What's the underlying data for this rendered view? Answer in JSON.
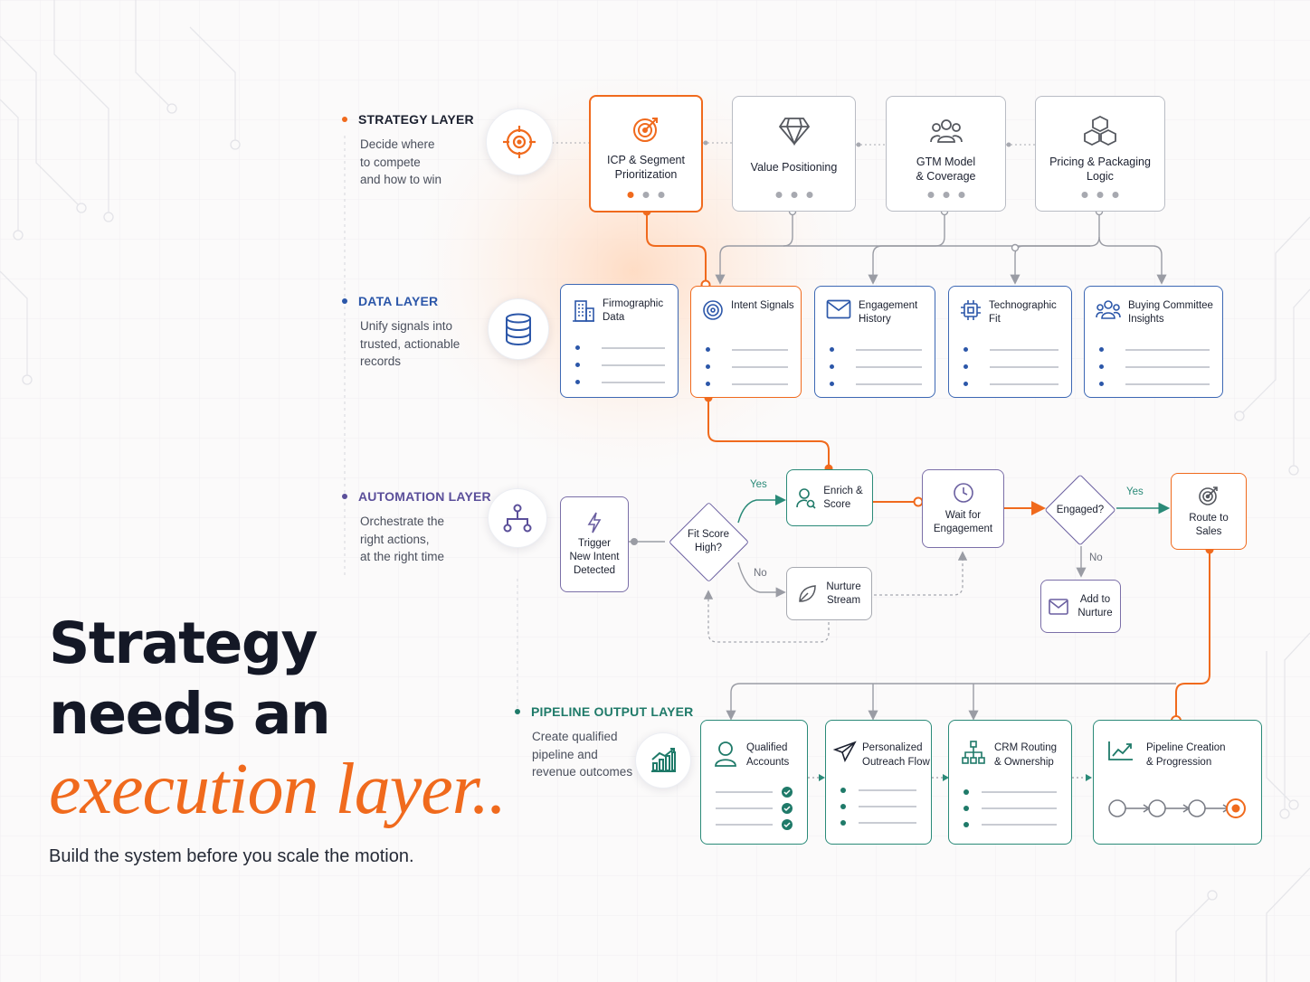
{
  "headline": {
    "line1": "Strategy",
    "line2": "needs an",
    "line3": "execution layer..",
    "subtitle": "Build the system before you scale the motion."
  },
  "colors": {
    "orange": "#f06a1d",
    "data_blue": "#3d68b4",
    "automation_purple": "#6a5fa0",
    "pipeline_teal": "#2a8a78"
  },
  "layers": {
    "strategy": {
      "label": "STRATEGY LAYER",
      "desc": "Decide where\nto compete\nand how to win",
      "icon": "target-icon"
    },
    "data": {
      "label": "DATA LAYER",
      "desc": "Unify signals into\ntrusted, actionable\nrecords",
      "icon": "database-icon"
    },
    "automation": {
      "label": "AUTOMATION LAYER",
      "desc": "Orchestrate the\nright actions,\nat the right time",
      "icon": "workflow-icon"
    },
    "pipeline": {
      "label": "PIPELINE OUTPUT LAYER",
      "desc": "Create qualified\npipeline and\nrevenue outcomes",
      "icon": "growth-chart-icon"
    }
  },
  "strategy_cards": [
    {
      "title": "ICP & Segment\nPrioritization",
      "icon": "target-icon"
    },
    {
      "title": "Value Positioning",
      "icon": "diamond-icon"
    },
    {
      "title": "GTM Model\n& Coverage",
      "icon": "team-icon"
    },
    {
      "title": "Pricing & Packaging\nLogic",
      "icon": "cubes-icon"
    }
  ],
  "data_cards": [
    {
      "title": "Firmographic\nData",
      "icon": "building-icon"
    },
    {
      "title": "Intent Signals",
      "icon": "signal-icon"
    },
    {
      "title": "Engagement\nHistory",
      "icon": "mail-icon"
    },
    {
      "title": "Technographic\nFit",
      "icon": "chip-icon"
    },
    {
      "title": "Buying Committee\nInsights",
      "icon": "group-icon"
    }
  ],
  "automation": {
    "trigger": "Trigger\nNew Intent\nDetected",
    "fit_score": "Fit Score\nHigh?",
    "yes1": "Yes",
    "no1": "No",
    "enrich": "Enrich &\nScore",
    "nurture_stream": "Nurture\nStream",
    "wait": "Wait for\nEngagement",
    "engaged": "Engaged?",
    "yes2": "Yes",
    "no2": "No",
    "add_nurture": "Add to\nNurture",
    "route": "Route to\nSales"
  },
  "pipeline_cards": [
    {
      "title": "Qualified\nAccounts",
      "icon": "user-icon"
    },
    {
      "title": "Personalized\nOutreach Flow",
      "icon": "paper-plane-icon"
    },
    {
      "title": "CRM Routing\n& Ownership",
      "icon": "org-chart-icon"
    },
    {
      "title": "Pipeline Creation\n& Progression",
      "icon": "trend-up-icon"
    }
  ]
}
